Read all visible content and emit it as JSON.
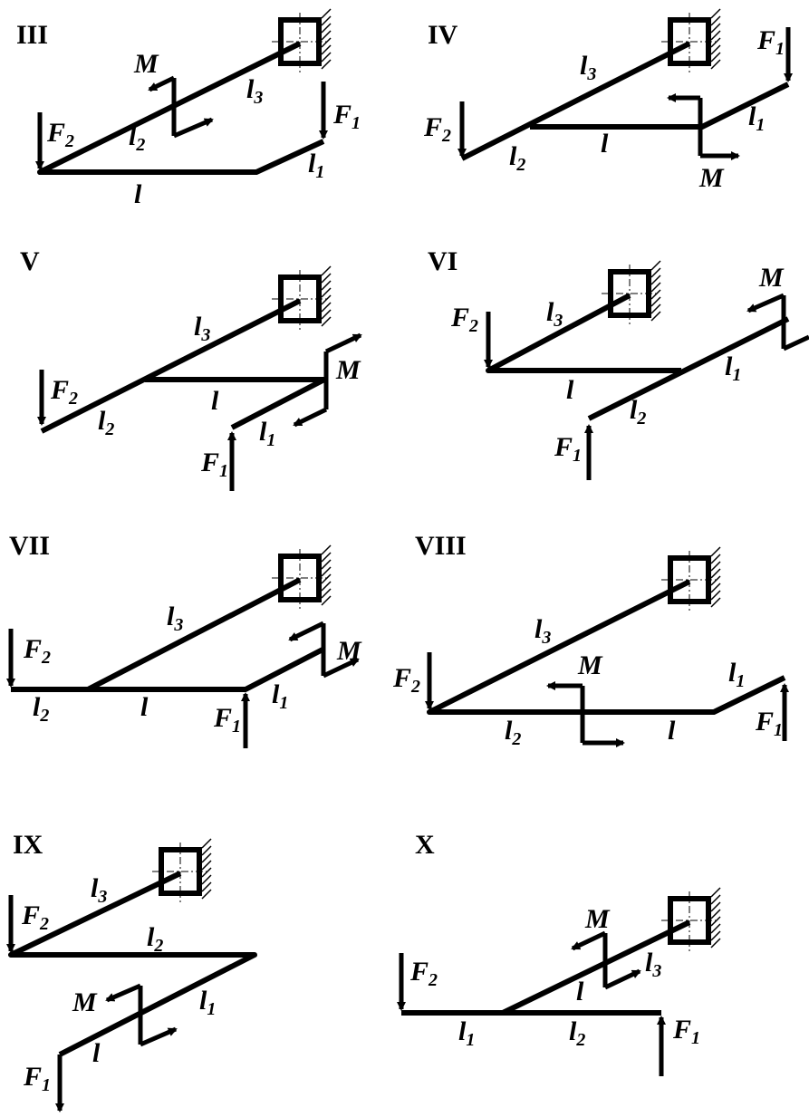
{
  "colors": {
    "ink": "#000000",
    "background": "#ffffff"
  },
  "symbols": {
    "F1": {
      "base": "F",
      "sub": "1"
    },
    "F2": {
      "base": "F",
      "sub": "2"
    },
    "M": {
      "base": "M",
      "sub": ""
    },
    "l": {
      "base": "l",
      "sub": ""
    },
    "l1": {
      "base": "l",
      "sub": "1"
    },
    "l2": {
      "base": "l",
      "sub": "2"
    },
    "l3": {
      "base": "l",
      "sub": "3"
    }
  },
  "schemes": [
    {
      "id": "III",
      "label": "III"
    },
    {
      "id": "IV",
      "label": "IV"
    },
    {
      "id": "V",
      "label": "V"
    },
    {
      "id": "VI",
      "label": "VI"
    },
    {
      "id": "VII",
      "label": "VII"
    },
    {
      "id": "VIII",
      "label": "VIII"
    },
    {
      "id": "IX",
      "label": "IX"
    },
    {
      "id": "X",
      "label": "X"
    }
  ]
}
